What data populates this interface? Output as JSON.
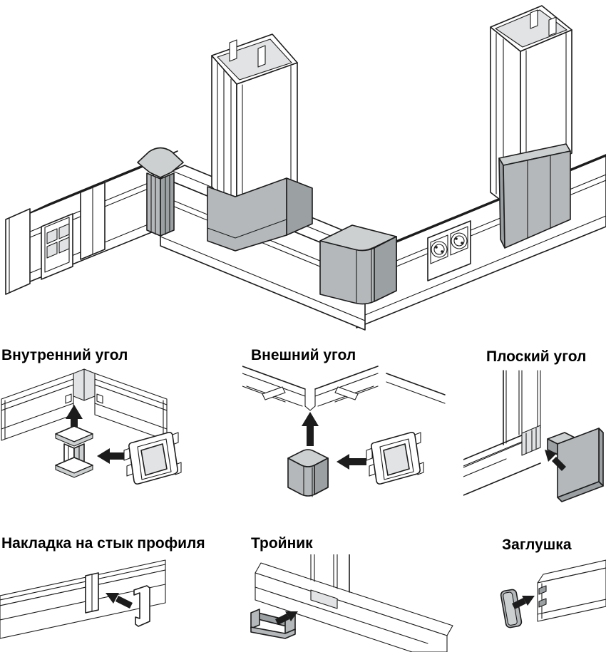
{
  "figure": {
    "name": "cable-trunking-accessories-diagram",
    "background": "#ffffff"
  },
  "colors": {
    "line": "#1c1c1c",
    "fill_white": "#ffffff",
    "accent_gray": "#b4b8ba",
    "accent_gray_light": "#cdd0d1",
    "shade_gray": "#9ba0a3",
    "panel_gray": "#e1e3e4"
  },
  "main_diagram": {
    "name": "assembled-trunking-system",
    "parts": [
      "end-cap-left",
      "data-socket-quad",
      "joint-cover-left",
      "internal-corner-piece",
      "riser-middle",
      "joint-cover-middle",
      "external-corner-piece",
      "power-socket-double",
      "riser-right",
      "flat-corner-cover-right"
    ]
  },
  "sections": [
    {
      "id": "internal-corner",
      "label": "Внутренний угол"
    },
    {
      "id": "external-corner",
      "label": "Внешний угол"
    },
    {
      "id": "flat-corner",
      "label": "Плоский угол"
    },
    {
      "id": "joint-cover",
      "label": "Накладка на стык профиля"
    },
    {
      "id": "tee",
      "label": "Тройник"
    },
    {
      "id": "end-cap",
      "label": "Заглушка"
    }
  ]
}
